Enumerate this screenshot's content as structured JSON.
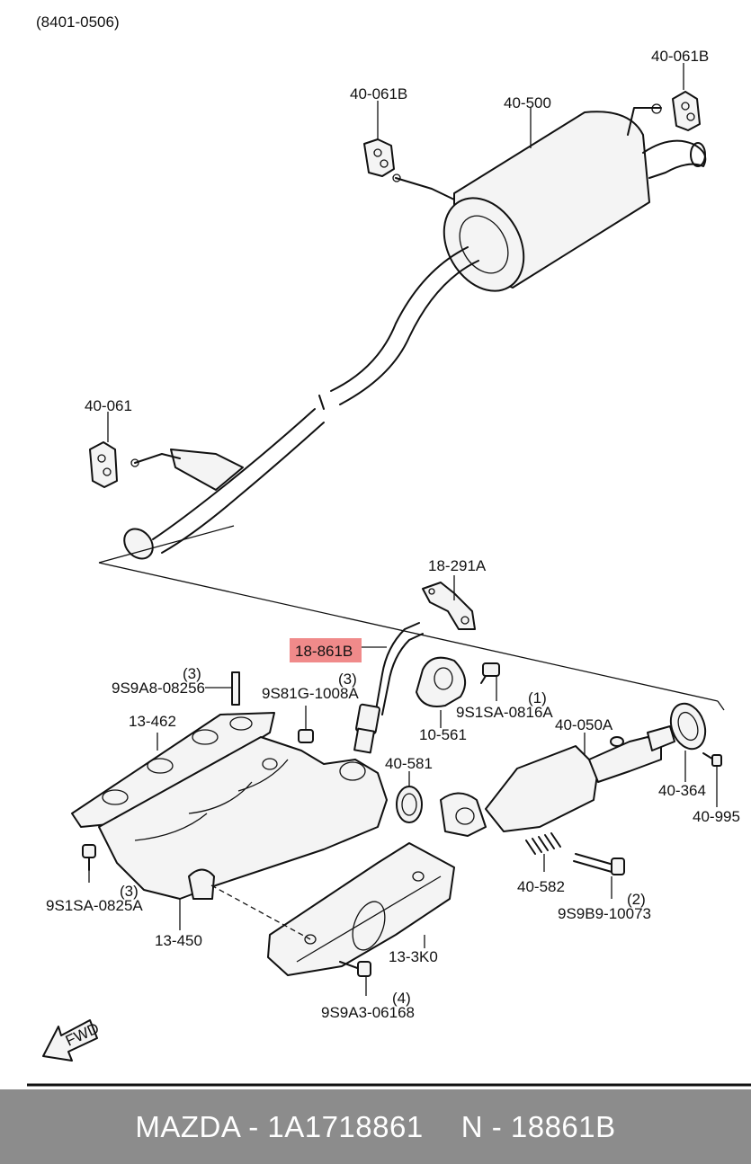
{
  "diagram": {
    "date_code": "(8401-0506)",
    "labels": {
      "hanger_top_right": "40-061B",
      "hanger_top_mid": "40-061B",
      "muffler": "40-500",
      "hanger_left": "40-061",
      "bracket": "18-291A",
      "o2_sensor": "18-861B",
      "heat_shield_small": "10-561",
      "bolt_0816": "9S1SA-0816A",
      "bolt_0816_qty": "(1)",
      "converter": "40-050A",
      "stud_08256": "9S9A8-08256",
      "stud_08256_qty": "(3)",
      "nut_1008": "9S81G-1008A",
      "nut_1008_qty": "(3)",
      "gasket_manifold": "13-462",
      "gasket_581": "40-581",
      "clamp": "40-364",
      "bolt_995": "40-995",
      "bolt_0825": "9S1SA-0825A",
      "bolt_0825_qty": "(3)",
      "manifold": "13-450",
      "spring": "40-582",
      "bolt_10073": "9S9B9-10073",
      "bolt_10073_qty": "(2)",
      "shield": "13-3K0",
      "bolt_06168": "9S9A3-06168",
      "bolt_06168_qty": "(4)",
      "fwd": "FWD"
    },
    "highlight_color": "#f08a8a"
  },
  "footer": {
    "part_info": "MAZDA - 1A1718861",
    "ref": "N - 18861B",
    "background": "#8c8c8c"
  }
}
